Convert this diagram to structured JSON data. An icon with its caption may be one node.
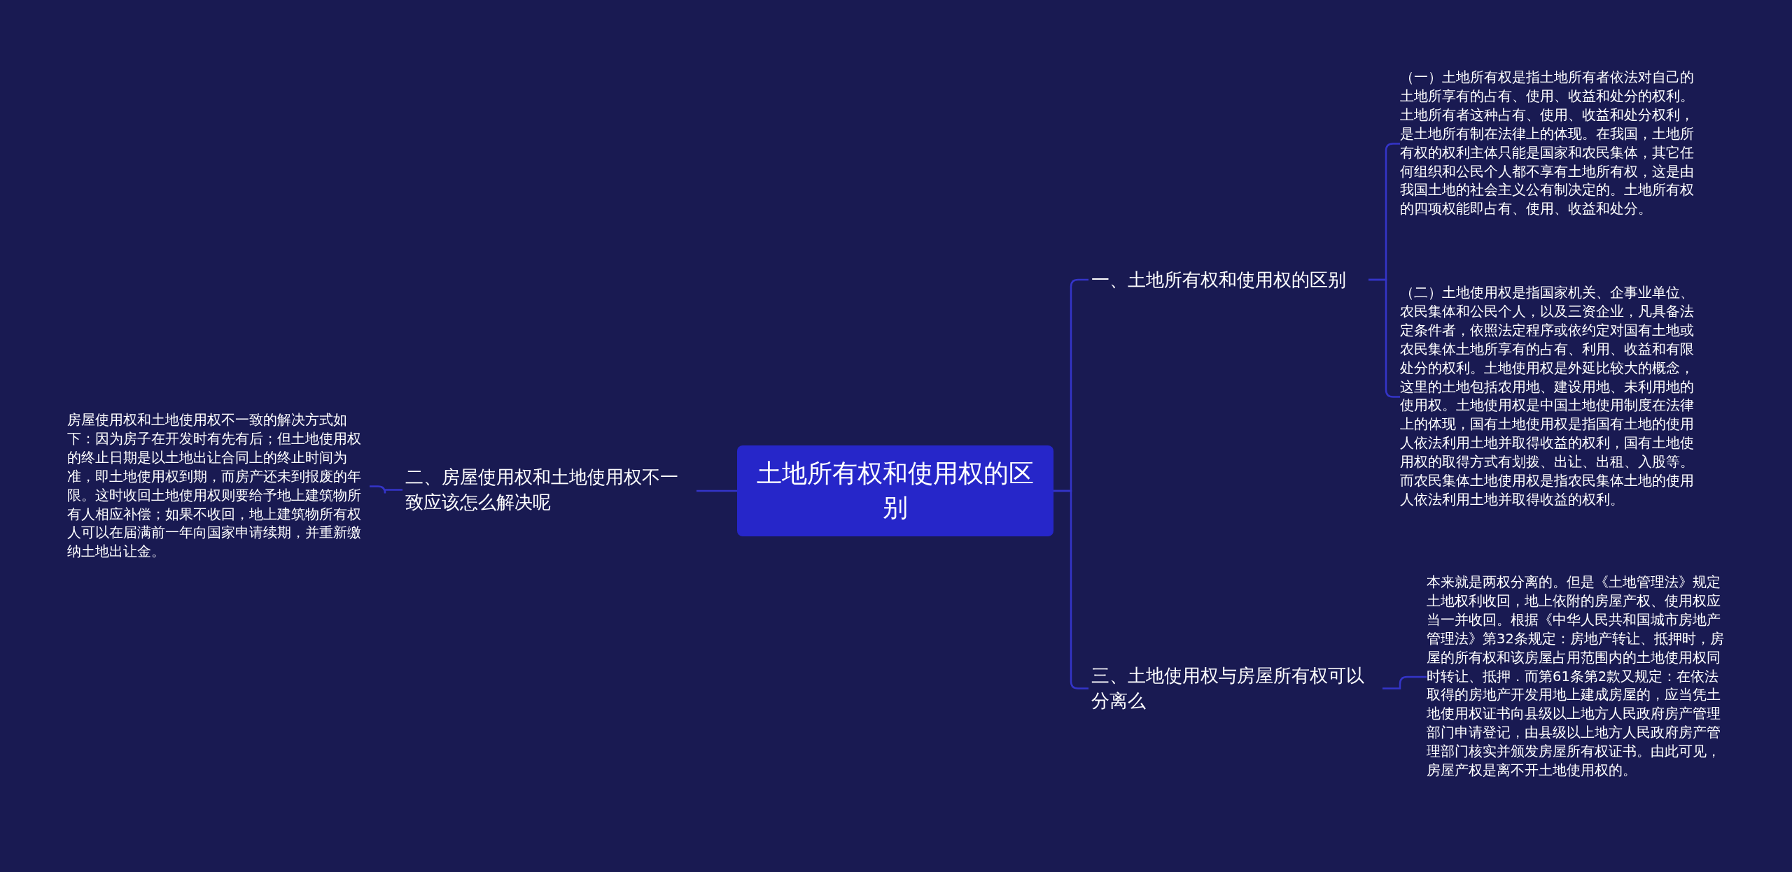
{
  "diagram": {
    "nodes": [
      {
        "text": [
          "土地所有权和使用权的区别"
        ]
      },
      {
        "text": [
          "一、土地所有权和使用权的区别"
        ]
      },
      {
        "text": [
          "（一）土地所有权是指土地所有者依法对自己的土地所享有的占有、使用、收益和处分的权利。土地所有者这种占有、使用、收益和处分权利，是土地所有制在法律上的体现。在我国，土地所有权的权利主体只能是国家和农民集体，其它任何组织和公民个人都不享有土地所有权，这是由我国土地的社会主义公有制决定的。土地所有权的四项权能即占有、使用、收益和处分。"
        ]
      },
      {
        "text": [
          "（二）土地使用权是指国家机关、企事业单位、农民集体和公民个人，以及三资企业，凡具备法定条件者，依照法定程序或依约定对国有土地或农民集体土地所享有的占有、利用、收益和有限处分的权利。土地使用权是外延比较大的概念，这里的土地包括农用地、建设用地、未利用地的使用权。土地使用权是中国土地使用制度在法律上的体现，国有土地使用权是指国有土地的使用人依法利用土地并取得收益的权利，国有土地使用权的取得方式有划拨、出让、出租、入股等。而农民集体土地使用权是指农民集体土地的使用人依法利用土地并取得收益的权利。"
        ]
      },
      {
        "text": [
          "二、房屋使用权和土地使用权不一致应该怎么解决呢"
        ]
      },
      {
        "text": [
          "房屋使用权和土地使用权不一致的解决方式如下：因为房子在开发时有先有后；但土地使用权的终止日期是以土地出让合同上的终止时间为准，即土地使用权到期，而房产还未到报废的年限。这时收回土地使用权则要给予地上建筑物所有人相应补偿；如果不收回，地上建筑物所有权人可以在届满前一年向国家申请续期，并重新缴纳土地出让金。"
        ]
      },
      {
        "text": [
          "三、土地使用权与房屋所有权可以分离么"
        ]
      },
      {
        "text": [
          "本来就是两权分离的。但是《土地管理法》规定土地权利收回，地上依附的房屋产权、使用权应当一并收回。根据《中华人民共和国城市房地产管理法》第32条规定：房地产转让、抵押时，房屋的所有权和该房屋占用范围内的土地使用权同时转让、抵押．而第61条第2款又规定：在依法取得的房地产开发用地上建成房屋的，应当凭土地使用权证书向县级以上地方人民政府房产管理部门申请登记，由县级以上地方人民政府房产管理部门核实并颁发房屋所有权证书。由此可见，房屋产权是离不开土地使用权的。"
        ]
      }
    ],
    "edges": [
      {
        "from": 0,
        "to": 1,
        "arrow": "none"
      },
      {
        "from": 1,
        "to": 2,
        "arrow": "none"
      },
      {
        "from": 1,
        "to": 3,
        "arrow": "none"
      },
      {
        "from": 0,
        "to": 4,
        "arrow": "none"
      },
      {
        "from": 4,
        "to": 5,
        "arrow": "none"
      },
      {
        "from": 0,
        "to": 6,
        "arrow": "none"
      },
      {
        "from": 6,
        "to": 7,
        "arrow": "none"
      }
    ]
  }
}
